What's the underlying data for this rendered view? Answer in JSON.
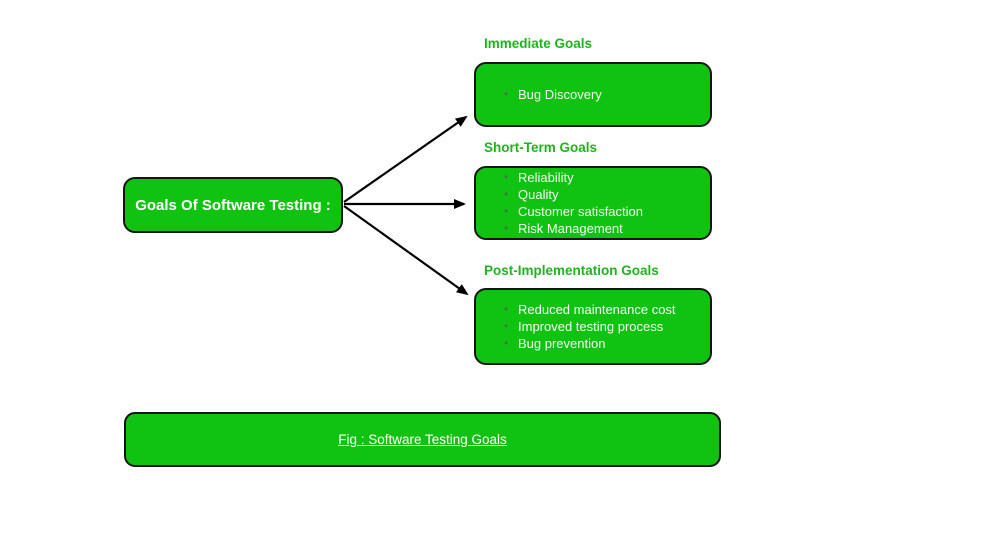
{
  "colors": {
    "box_fill": "#11c311",
    "heading_green": "#1eb41e",
    "border_dark": "#141414",
    "text_light": "#f4f9f4",
    "arrow_black": "#000000"
  },
  "root_box": {
    "label": "Goals Of Software Testing :"
  },
  "groups": [
    {
      "heading": "Immediate Goals",
      "items": [
        "Bug Discovery"
      ]
    },
    {
      "heading": "Short-Term Goals",
      "items": [
        "Reliability",
        "Quality",
        "Customer satisfaction",
        "Risk Management"
      ]
    },
    {
      "heading": "Post-Implementation Goals",
      "items": [
        "Reduced maintenance cost",
        "Improved testing process",
        "Bug prevention"
      ]
    }
  ],
  "caption_box": {
    "label": "Fig : Software Testing Goals"
  }
}
